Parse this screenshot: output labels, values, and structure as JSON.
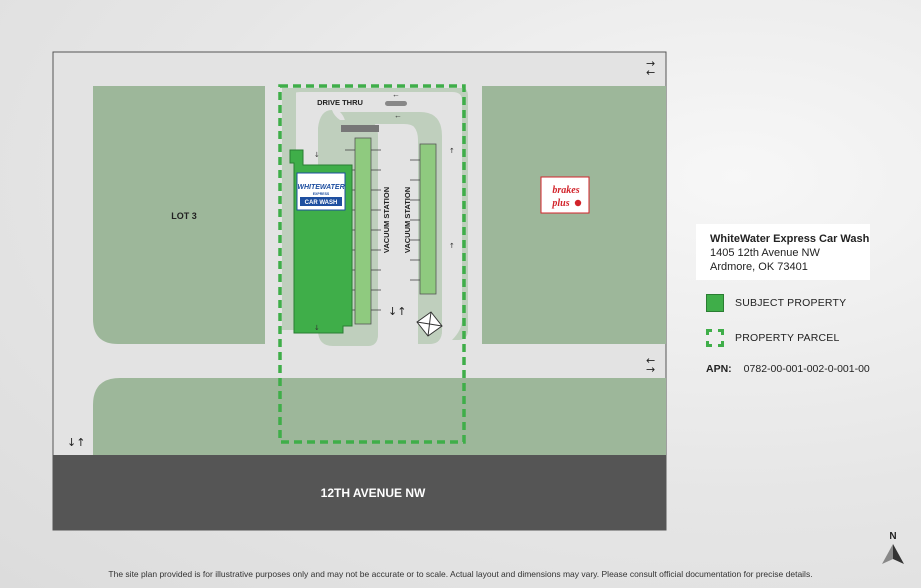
{
  "map": {
    "road_label": "12TH AVENUE NW",
    "lot_label": "LOT 3",
    "drive_thru_label": "DRIVE THRU",
    "vacuum_station_label": "VACUUM STATION",
    "subject_business_logo_lines": [
      "WHITEWATER",
      "EXPRESS",
      "CAR WASH"
    ],
    "neighbor_business_logo_lines": [
      "brakes",
      "plus"
    ]
  },
  "info": {
    "name": "WhiteWater Express Car Wash",
    "address_line1": "1405 12th Avenue NW",
    "address_line2": "Ardmore, OK 73401"
  },
  "legend": {
    "subject_property": "SUBJECT PROPERTY",
    "property_parcel": "PROPERTY PARCEL"
  },
  "apn": {
    "label": "APN:",
    "value": "0782-00-001-002-0-001-00"
  },
  "north_label": "N",
  "disclaimer": "The site plan provided is for illustrative purposes only and may not be accurate or to scale. Actual layout and dimensions may vary. Please consult official documentation for precise details.",
  "colors": {
    "lot_green": "#9db79a",
    "subject_green": "#3fae49",
    "parcel_dash": "#3fae49",
    "road": "#555555",
    "pavement": "#e3e3e3",
    "brakes_plus_red": "#d2232a",
    "whitewater_blue": "#1e4fa0"
  },
  "icons": [
    "two-way-arrow-icon",
    "one-way-arrow-icon",
    "north-arrow-icon",
    "vacuum-canopy-icon"
  ]
}
